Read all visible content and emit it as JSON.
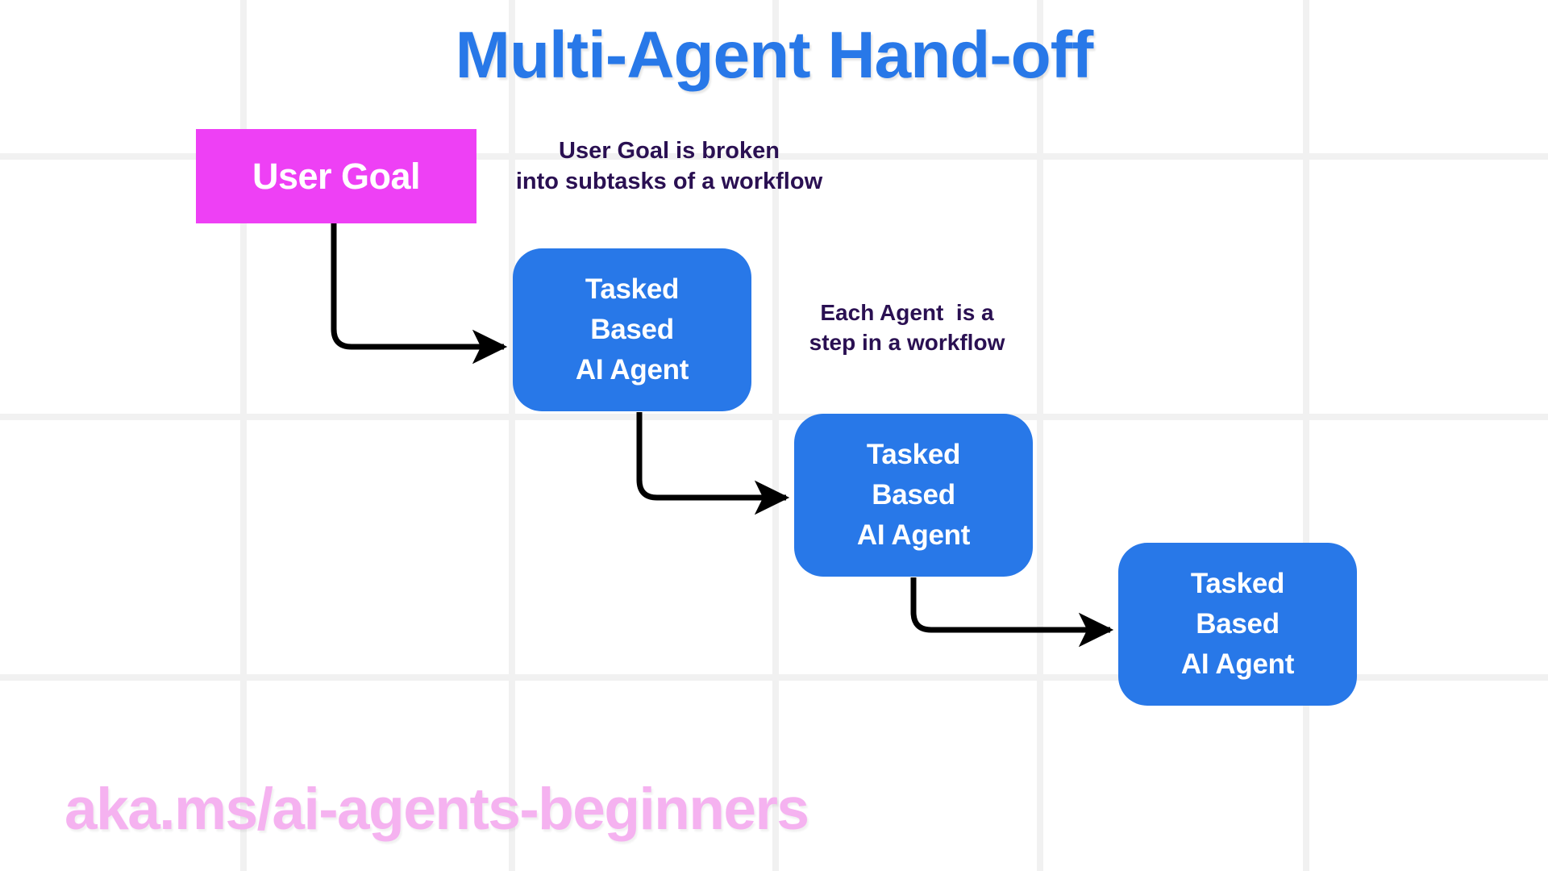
{
  "slide": {
    "title": "Multi-Agent Hand-off",
    "footer_url": "aka.ms/ai-agents-beginners",
    "background_color": "#ffffff"
  },
  "colors": {
    "title_blue": "#2878e8",
    "agent_blue": "#2878e8",
    "goal_magenta": "#ee40f5",
    "annotation_navy": "#2a1052",
    "footer_pink": "#f5b2f0",
    "grid_gray": "#f1f1f1",
    "arrow_black": "#000000"
  },
  "grid": {
    "vertical_x": [
      302,
      635,
      962,
      1290,
      1620
    ],
    "horizontal_y": [
      194,
      517,
      840
    ],
    "line_width": 8
  },
  "goal_node": {
    "label": "User Goal",
    "shape": "rectangle",
    "fill": "#ee40f5",
    "text_color": "#ffffff"
  },
  "annotations": [
    {
      "name": "goal-breakdown-note",
      "text": "User Goal is broken\ninto subtasks of a workflow"
    },
    {
      "name": "agent-step-note",
      "text": "Each Agent  is a\nstep in a workflow"
    }
  ],
  "agents": [
    {
      "name": "agent-1",
      "lines": [
        "Tasked",
        "Based",
        "AI Agent"
      ],
      "fill": "#2878e8",
      "text_color": "#ffffff"
    },
    {
      "name": "agent-2",
      "lines": [
        "Tasked",
        "Based",
        "AI Agent"
      ],
      "fill": "#2878e8",
      "text_color": "#ffffff"
    },
    {
      "name": "agent-3",
      "lines": [
        "Tasked",
        "Based",
        "AI Agent"
      ],
      "fill": "#2878e8",
      "text_color": "#ffffff"
    }
  ],
  "connectors": [
    {
      "name": "goal-to-agent-1",
      "from": "goal_node",
      "to": "agent-1",
      "style": "elbow-arrow"
    },
    {
      "name": "agent-1-to-agent-2",
      "from": "agent-1",
      "to": "agent-2",
      "style": "elbow-arrow"
    },
    {
      "name": "agent-2-to-agent-3",
      "from": "agent-2",
      "to": "agent-3",
      "style": "elbow-arrow"
    }
  ]
}
